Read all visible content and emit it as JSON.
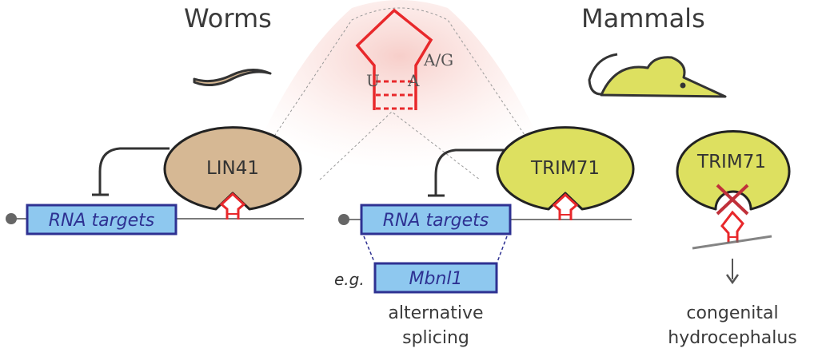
{
  "titles": {
    "worms": "Worms",
    "mammals": "Mammals"
  },
  "hairpin": {
    "bases": {
      "left": "U",
      "right": "A",
      "loop": "A/G"
    }
  },
  "worm_panel": {
    "protein": "LIN41",
    "target": "RNA targets"
  },
  "mammal_panel": {
    "protein": "TRIM71",
    "target": "RNA targets",
    "example_prefix": "e.g.",
    "example_gene": "Mbnl1",
    "outcome_line1": "alternative",
    "outcome_line2": "splicing"
  },
  "mutant_panel": {
    "protein": "TRIM71",
    "outcome_line1": "congenital",
    "outcome_line2": "hydrocephalus"
  },
  "colors": {
    "lin41": "#d6b894",
    "trim71": "#dde060",
    "box_fill": "#8ec8ef",
    "box_stroke": "#2e3192",
    "hairpin": "#e8282b",
    "cross": "#c0303a"
  }
}
